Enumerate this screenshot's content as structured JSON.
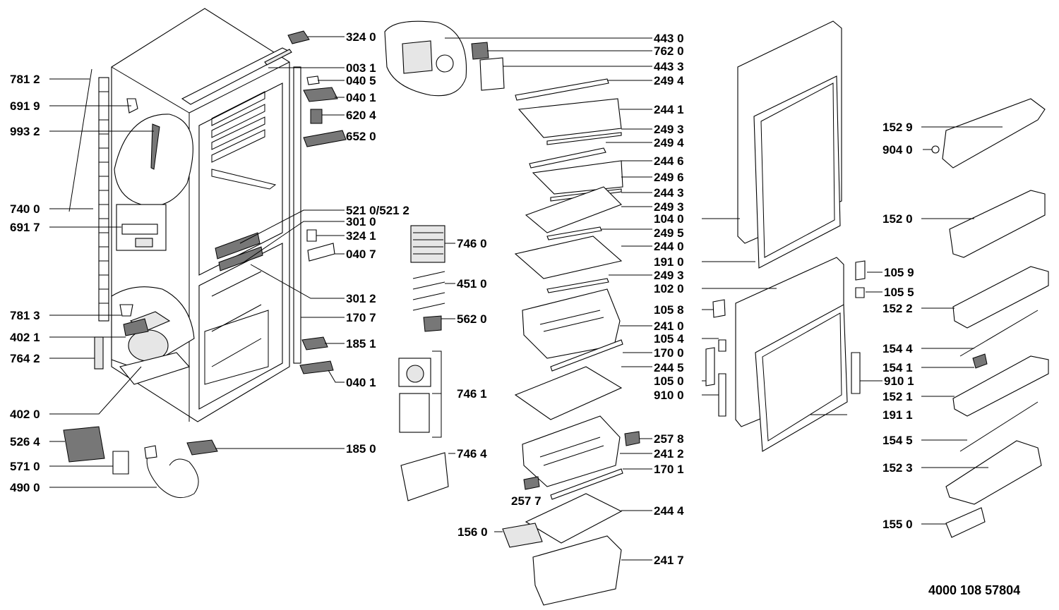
{
  "document_number": "4000 108 57804",
  "labels": [
    {
      "id": "781-2-top",
      "text": "781 2"
    },
    {
      "id": "691-9",
      "text": "691 9"
    },
    {
      "id": "993-2",
      "text": "993 2"
    },
    {
      "id": "740-0",
      "text": "740 0"
    },
    {
      "id": "691-7",
      "text": "691 7"
    },
    {
      "id": "781-3",
      "text": "781 3"
    },
    {
      "id": "402-1",
      "text": "402 1"
    },
    {
      "id": "764-2",
      "text": "764 2"
    },
    {
      "id": "402-0",
      "text": "402 0"
    },
    {
      "id": "526-4",
      "text": "526 4"
    },
    {
      "id": "571-0",
      "text": "571 0"
    },
    {
      "id": "490-0",
      "text": "490 0"
    },
    {
      "id": "324-0",
      "text": "324 0"
    },
    {
      "id": "003-1",
      "text": "003 1"
    },
    {
      "id": "040-5",
      "text": "040 5"
    },
    {
      "id": "040-1-top",
      "text": "040 1"
    },
    {
      "id": "620-4",
      "text": "620 4"
    },
    {
      "id": "652-0",
      "text": "652 0"
    },
    {
      "id": "521-0",
      "text": "521 0/521 2"
    },
    {
      "id": "301-0",
      "text": "301 0"
    },
    {
      "id": "324-1",
      "text": "324 1"
    },
    {
      "id": "040-7",
      "text": "040 7"
    },
    {
      "id": "301-2",
      "text": "301 2"
    },
    {
      "id": "170-7",
      "text": "170 7"
    },
    {
      "id": "185-1",
      "text": "185 1"
    },
    {
      "id": "040-1-bot",
      "text": "040 1"
    },
    {
      "id": "185-0",
      "text": "185 0"
    },
    {
      "id": "746-0",
      "text": "746 0"
    },
    {
      "id": "451-0",
      "text": "451 0"
    },
    {
      "id": "562-0",
      "text": "562 0"
    },
    {
      "id": "746-1",
      "text": "746 1"
    },
    {
      "id": "746-4",
      "text": "746 4"
    },
    {
      "id": "443-0",
      "text": "443 0"
    },
    {
      "id": "762-0",
      "text": "762 0"
    },
    {
      "id": "443-3",
      "text": "443 3"
    },
    {
      "id": "249-4-a",
      "text": "249 4"
    },
    {
      "id": "244-1",
      "text": "244 1"
    },
    {
      "id": "249-3-a",
      "text": "249 3"
    },
    {
      "id": "249-4-b",
      "text": "249 4"
    },
    {
      "id": "244-6",
      "text": "244 6"
    },
    {
      "id": "249-6",
      "text": "249 6"
    },
    {
      "id": "244-3",
      "text": "244 3"
    },
    {
      "id": "249-3-b",
      "text": "249 3"
    },
    {
      "id": "104-0",
      "text": "104 0"
    },
    {
      "id": "249-5",
      "text": "249 5"
    },
    {
      "id": "244-0",
      "text": "244 0"
    },
    {
      "id": "191-0",
      "text": "191 0"
    },
    {
      "id": "249-3-c",
      "text": "249 3"
    },
    {
      "id": "102-0",
      "text": "102 0"
    },
    {
      "id": "105-8",
      "text": "105 8"
    },
    {
      "id": "241-0",
      "text": "241 0"
    },
    {
      "id": "105-4",
      "text": "105 4"
    },
    {
      "id": "170-0",
      "text": "170 0"
    },
    {
      "id": "244-5",
      "text": "244 5"
    },
    {
      "id": "105-0",
      "text": "105 0"
    },
    {
      "id": "910-0",
      "text": "910 0"
    },
    {
      "id": "257-8",
      "text": "257 8"
    },
    {
      "id": "241-2",
      "text": "241 2"
    },
    {
      "id": "170-1",
      "text": "170 1"
    },
    {
      "id": "257-7",
      "text": "257 7"
    },
    {
      "id": "244-4",
      "text": "244 4"
    },
    {
      "id": "156-0",
      "text": "156 0"
    },
    {
      "id": "241-7",
      "text": "241 7"
    },
    {
      "id": "152-9",
      "text": "152 9"
    },
    {
      "id": "904-0",
      "text": "904 0"
    },
    {
      "id": "152-0",
      "text": "152 0"
    },
    {
      "id": "105-9",
      "text": "105 9"
    },
    {
      "id": "105-5",
      "text": "105 5"
    },
    {
      "id": "152-2",
      "text": "152 2"
    },
    {
      "id": "154-4",
      "text": "154 4"
    },
    {
      "id": "154-1",
      "text": "154 1"
    },
    {
      "id": "910-1",
      "text": "910 1"
    },
    {
      "id": "152-1",
      "text": "152 1"
    },
    {
      "id": "191-1",
      "text": "191 1"
    },
    {
      "id": "154-5",
      "text": "154 5"
    },
    {
      "id": "152-3",
      "text": "152 3"
    },
    {
      "id": "155-0",
      "text": "155 0"
    }
  ]
}
